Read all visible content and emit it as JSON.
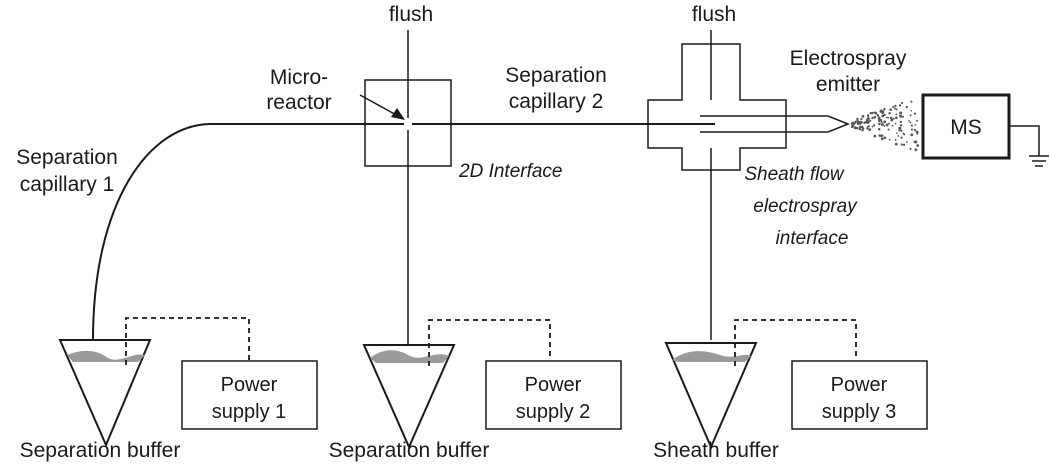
{
  "diagram": {
    "flush_left": "flush",
    "flush_right": "flush",
    "microreactor_line1": "Micro-",
    "microreactor_line2": "reactor",
    "sep_cap2_line1": "Separation",
    "sep_cap2_line2": "capillary 2",
    "sep_cap1_line1": "Separation",
    "sep_cap1_line2": "capillary 1",
    "interface_2d": "2D Interface",
    "electrospray_line1": "Electrospray",
    "electrospray_line2": "emitter",
    "ms": "MS",
    "sheath_line1": "Sheath flow",
    "sheath_line2": "electrospray",
    "sheath_line3": "interface",
    "buffer1": "Separation buffer",
    "buffer2": "Separation buffer",
    "buffer3": "Sheath buffer",
    "power1_line1": "Power",
    "power1_line2": "supply 1",
    "power2_line1": "Power",
    "power2_line2": "supply 2",
    "power3_line1": "Power",
    "power3_line2": "supply 3"
  }
}
